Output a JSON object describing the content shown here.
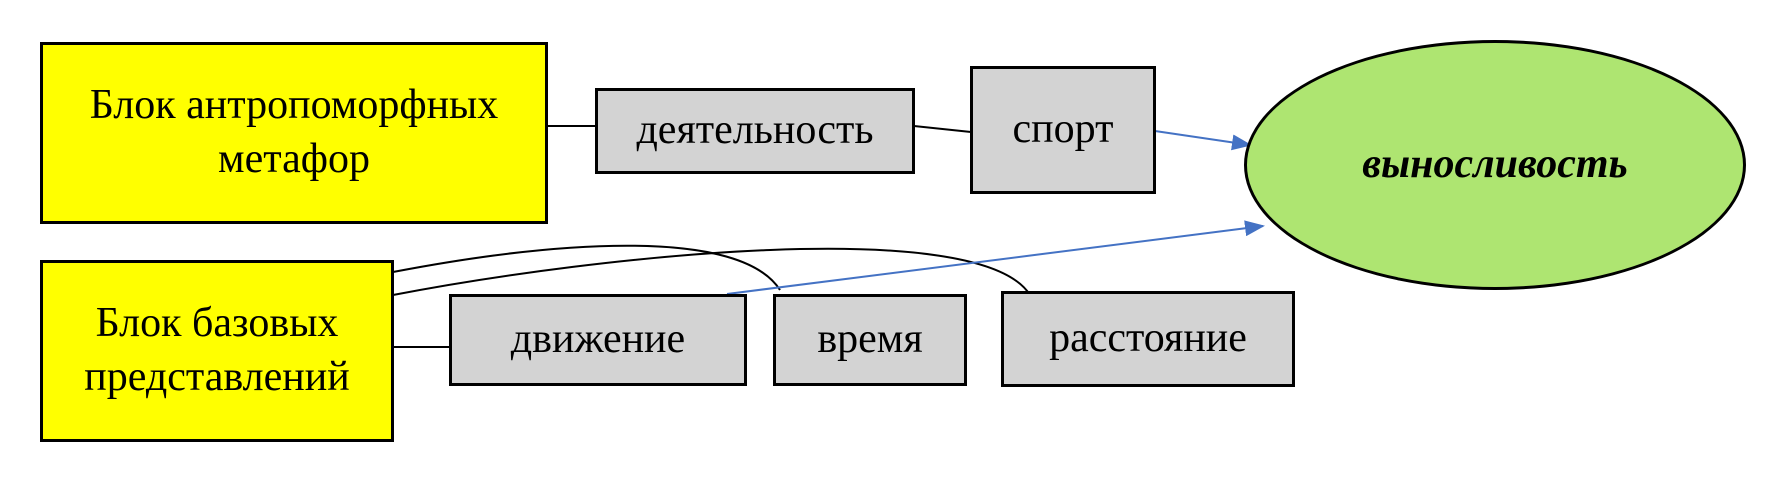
{
  "blocks": {
    "metaphor_block": "Блок антропоморфных метафор",
    "basic_block": "Блок базовых представлений"
  },
  "concepts": {
    "activity": "деятельность",
    "sport": "спорт",
    "movement": "движение",
    "time": "время",
    "distance": "расстояние"
  },
  "target": "выносливость",
  "colors": {
    "block_fill": "#ffff00",
    "concept_fill": "#d3d3d3",
    "target_fill": "#aee571",
    "arrow": "#4472c4",
    "line": "#000000"
  }
}
